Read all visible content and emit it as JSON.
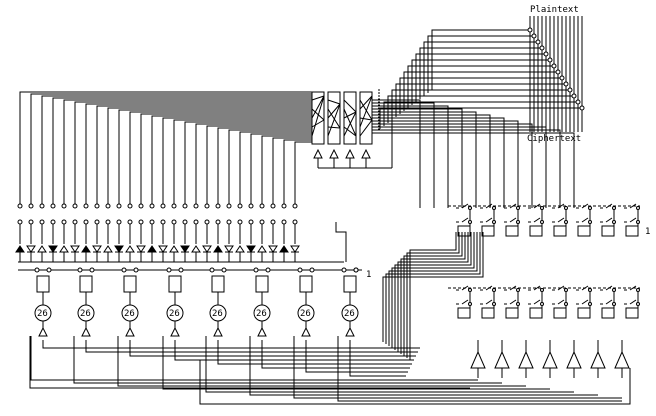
{
  "labels": {
    "plaintext": "Plaintext",
    "ciphertext": "Ciphertext",
    "counter_value": "26",
    "high_input": "1"
  },
  "colors": {
    "wire": "#000000",
    "background": "#ffffff"
  },
  "icons": {
    "counter": "counter-26-icon",
    "gate": "and-gate-icon",
    "diode": "diode-icon",
    "switch": "switch-icon",
    "lamp": "lamp-node-icon"
  }
}
